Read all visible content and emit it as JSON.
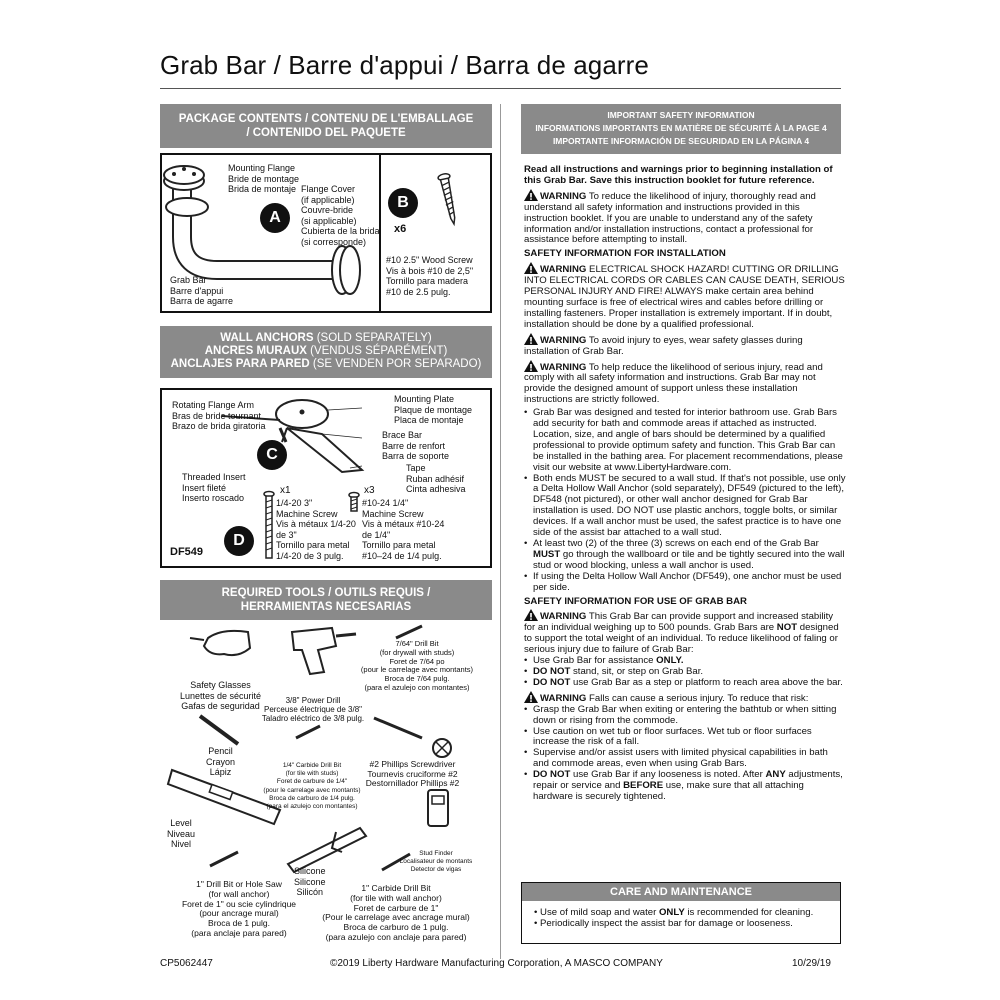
{
  "title": "Grab Bar / Barre d'appui / Barra de agarre",
  "package": {
    "header": [
      "PACKAGE CONTENTS / CONTENU DE L'EMBALLAGE",
      "/ CONTENIDO DEL PAQUETE"
    ],
    "mounting_flange": [
      "Mounting Flange",
      "Bride de montage",
      "Brida de montaje"
    ],
    "flange_cover": [
      "Flange Cover",
      "(if applicable)",
      "Couvre-bride",
      "(si applicable)",
      "Cubierta de la brida",
      "(si corresponde)"
    ],
    "grab_bar": [
      "Grab Bar",
      "Barre d'appui",
      "Barra de agarre"
    ],
    "badge_a": "A",
    "badge_b": "B",
    "qty_b": "x6",
    "wood_screw": [
      "#10 2.5\" Wood Screw",
      "Vis à bois #10 de 2,5\"",
      "Tornillo para madera",
      "#10 de 2.5 pulg."
    ]
  },
  "anchors": {
    "header1_bold": "WALL ANCHORS",
    "header1_normal": " (SOLD SEPARATELY)",
    "header2_bold": "ANCRES MURAUX",
    "header2_normal": " (VENDUS SÉPARÉMENT)",
    "header3_bold": "ANCLAJES PARA PARED",
    "header3_normal": " (SE VENDEN POR SEPARADO)",
    "rotating_arm": [
      "Rotating Flange Arm",
      "Bras de bride tournant",
      "Brazo de brida giratoria"
    ],
    "mounting_plate": [
      "Mounting Plate",
      "Plaque de montage",
      "Placa de montaje"
    ],
    "brace_bar": [
      "Brace Bar",
      "Barre de renfort",
      "Barra de soporte"
    ],
    "tape": [
      "Tape",
      "Ruban adhésif",
      "Cinta adhesiva"
    ],
    "threaded_insert": [
      "Threaded Insert",
      "Insert fileté",
      "Inserto roscado"
    ],
    "badge_c": "C",
    "badge_d": "D",
    "qty1": "x1",
    "screw1": [
      "1/4-20 3\"",
      "Machine Screw",
      "Vis à métaux 1/4-20",
      "de 3\"",
      "Tornillo para metal",
      "1/4-20 de 3 pulg."
    ],
    "qty3": "x3",
    "screw2": [
      "#10-24 1/4\"",
      "Machine Screw",
      "Vis à métaux #10-24",
      "de 1/4\"",
      "Tornillo para metal",
      "#10–24 de 1/4 pulg."
    ],
    "model": "DF549"
  },
  "tools": {
    "header": [
      "REQUIRED TOOLS / OUTILS REQUIS /",
      "HERRAMIENTAS NECESARIAS"
    ],
    "glasses": [
      "Safety Glasses",
      "Lunettes de sécurité",
      "Gafas de seguridad"
    ],
    "drill": [
      "3/8\" Power Drill",
      "Perceuse électrique de 3/8\"",
      "Taladro eléctrico de 3/8 pulg."
    ],
    "bit764": [
      "7/64\" Drill Bit",
      "(for drywall with studs)",
      "Foret de 7/64 po",
      "(pour le carrelage avec montants)",
      "Broca de 7/64 pulg.",
      "(para el azulejo con montantes)"
    ],
    "pencil": [
      "Pencil",
      "Crayon",
      "Lápiz"
    ],
    "carbide14": [
      "1/4\" Carbide Drill Bit",
      "(for tile with studs)",
      "Foret de carbure de 1/4\"",
      "(pour le carrelage avec montants)",
      "Broca de carburo de 1/4 pulg.",
      "(para el azulejo con montantes)"
    ],
    "screwdriver": [
      "#2 Phillips Screwdriver",
      "Tournevis cruciforme #2",
      "Destornillador Phillips #2"
    ],
    "level": [
      "Level",
      "Niveau",
      "Nivel"
    ],
    "silicone": [
      "Silicone",
      "Silicone",
      "Silicón"
    ],
    "stud_finder": [
      "Stud Finder",
      "Localisateur de montants",
      "Detector de vigas"
    ],
    "holesaw": [
      "1\" Drill Bit or Hole Saw",
      "(for wall anchor)",
      "Foret de 1\" ou scie cylindrique",
      "(pour ancrage mural)",
      "Broca de 1 pulg.",
      "(para anclaje para pared)"
    ],
    "carbide1": [
      "1\" Carbide Drill Bit",
      "(for tile with wall anchor)",
      "Foret de carbure de 1\"",
      "(Pour le carrelage avec ancrage mural)",
      "Broca de carburo de 1 pulg.",
      "(para azulejo con anclaje para pared)"
    ]
  },
  "safety": {
    "header": [
      "IMPORTANT SAFETY INFORMATION",
      "INFORMATIONS IMPORTANTS EN MATIÈRE DE SÉCURITÉ À LA PAGE 4",
      "IMPORTANTE INFORMACIÓN DE SEGURIDAD EN LA PÁGINA 4"
    ],
    "intro": "Read all instructions and warnings prior to beginning installation of this Grab Bar. Save this instruction booklet for future reference.",
    "warning_label": "WARNING",
    "w1": " To reduce the likelihood of injury, thoroughly read and understand all safety information and instructions provided in this instruction booklet. If you are unable to understand any of the safety information and/or installation instructions, contact a professional for assistance before attempting to install.",
    "install_head": "SAFETY INFORMATION FOR INSTALLATION",
    "w2": " ELECTRICAL SHOCK HAZARD! CUTTING OR DRILLING INTO ELECTRICAL CORDS OR CABLES CAN CAUSE DEATH, SERIOUS PERSONAL INJURY AND FIRE! ALWAYS make certain area behind mounting surface is free of electrical wires and cables before drilling or installing fasteners. Proper installation is extremely important. If in doubt, installation should be done by a qualified professional.",
    "w3": " To avoid injury to eyes, wear safety glasses during installation of Grab Bar.",
    "w4": " To help reduce the likelihood of serious injury, read and comply with all safety information and instructions. Grab Bar may not provide the designed amount of support unless these installation instructions are strictly followed.",
    "b1": "Grab Bar was designed and tested for interior bathroom use. Grab Bars add security for bath and commode areas if attached as instructed. Location, size, and angle of bars should be determined by a qualified professional to provide optimum safety and function. This Grab Bar can be installed in the bathing area. For placement recommendations, please visit our website at www.LibertyHardware.com.",
    "b2": "Both ends MUST be secured to a wall stud.  If that's not possible, use only a Delta Hollow Wall Anchor (sold separately), DF549 (pictured to the left), DF548 (not pictured), or other wall anchor designed for Grab Bar installation is used. DO NOT use plastic anchors, toggle bolts, or similar devices.  If a wall anchor must be used, the safest practice is to have one side of the assist bar attached to a wall stud.",
    "b3_pre": "At least two (2) of the three (3) screws on each end of the Grab Bar ",
    "b3_bold": "MUST",
    "b3_post": " go through the wallboard or tile and be tightly secured into the wall stud or wood blocking, unless a wall anchor is used.",
    "b4": "If using the Delta Hollow Wall Anchor (DF549), one anchor must be used per side.",
    "use_head": "SAFETY INFORMATION FOR USE OF GRAB BAR",
    "w5_pre": " This Grab Bar can provide support and increased stability for an individual weighing up to 500 pounds. Grab Bars are ",
    "w5_bold": "NOT",
    "w5_post": " designed to support the total weight of an individual. To reduce likelihood of faling or serious injury due to failure of Grab Bar:",
    "u1_pre": "Use Grab Bar for assistance ",
    "u1_bold": "ONLY.",
    "u2_bold": "DO NOT",
    "u2_post": " stand, sit, or step on Grab Bar.",
    "u3_bold": "DO NOT",
    "u3_post": " use Grab Bar as a step or platform to reach area above the bar.",
    "w6": " Falls can cause a serious injury. To reduce that risk:",
    "f1": "Grasp the Grab Bar when exiting or entering the bathtub or when sitting down or rising from the commode.",
    "f2": "Use caution on wet tub or floor surfaces. Wet tub or floor surfaces increase the risk of a fall.",
    "f3": "Supervise and/or assist users with limited physical capabilities in bath and commode areas, even when using Grab Bars.",
    "f4_bold1": "DO NOT",
    "f4_mid1": " use Grab Bar if any looseness is noted. After ",
    "f4_bold2": "ANY",
    "f4_mid2": " adjustments, repair or service and ",
    "f4_bold3": "BEFORE",
    "f4_post": " use, make sure that all attaching hardware is securely tightened."
  },
  "care": {
    "header": "CARE AND MAINTENANCE",
    "c1_pre": "Use of mild soap and water ",
    "c1_bold": "ONLY",
    "c1_post": " is recommended for cleaning.",
    "c2": "Periodically inspect the assist bar for damage or looseness."
  },
  "footer": {
    "code": "CP5062447",
    "copyright": "©2019 Liberty Hardware Manufacturing Corporation, A MASCO COMPANY",
    "date": "10/29/19"
  }
}
